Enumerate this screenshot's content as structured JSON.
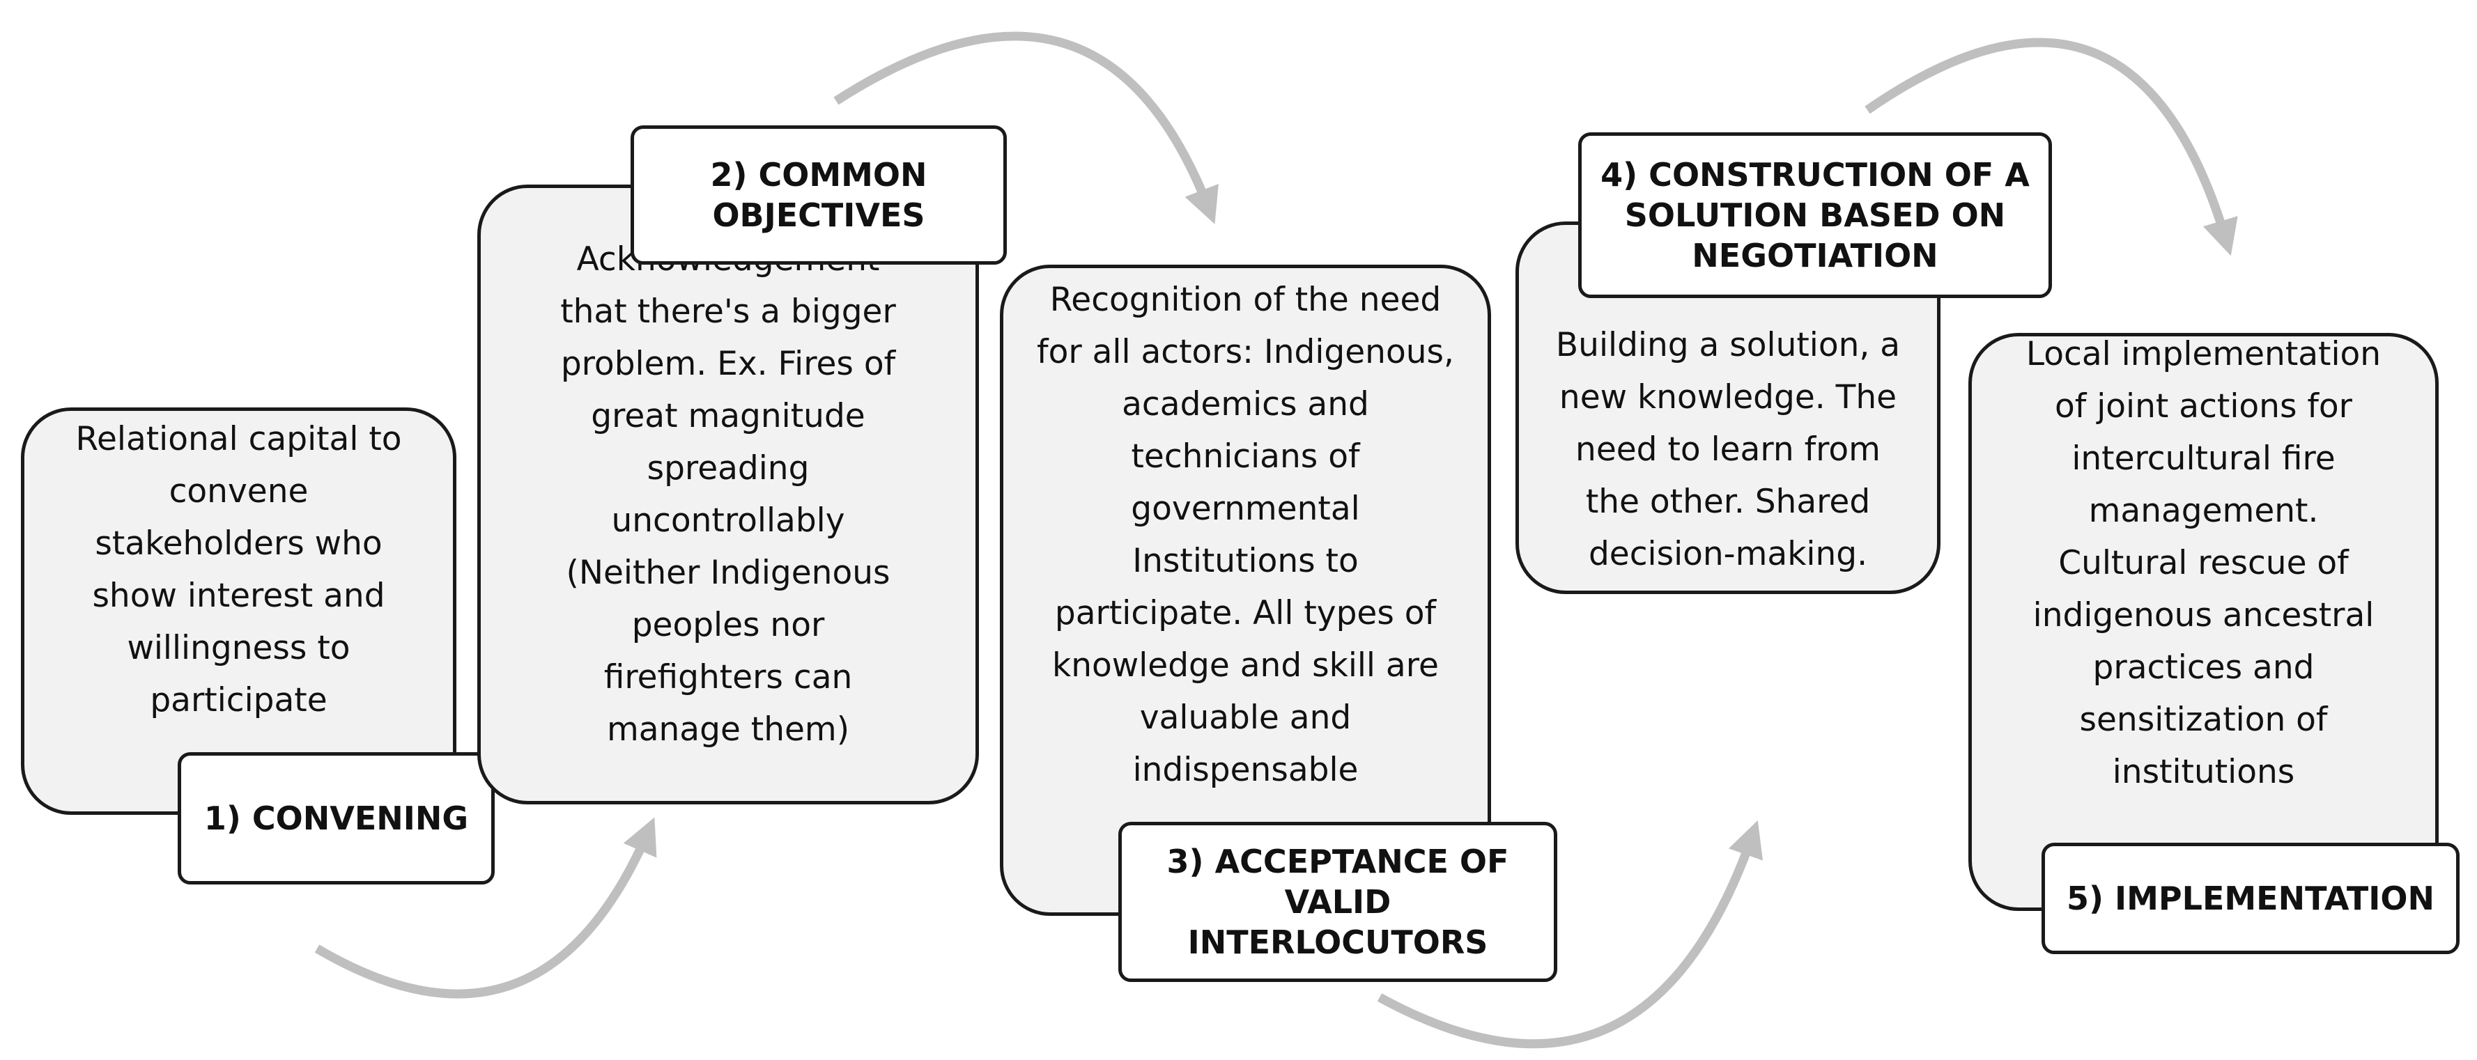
{
  "steps": [
    {
      "label": "1) CONVENING",
      "description": "Relational capital to\nconvene\nstakeholders who\nshow interest and\nwillingness to\nparticipate"
    },
    {
      "label": "2) COMMON\nOBJECTIVES",
      "description": "Acknowledgement\nthat there's a bigger\nproblem. Ex. Fires of\ngreat magnitude\nspreading\nuncontrollably\n(Neither Indigenous\npeoples nor\nfirefighters can\nmanage them)"
    },
    {
      "label": "3) ACCEPTANCE OF\nVALID\nINTERLOCUTORS",
      "description": "Recognition of the need\nfor all actors: Indigenous,\nacademics and\ntechnicians of\ngovernmental\nInstitutions to\nparticipate. All types of\nknowledge and skill are\nvaluable and\nindispensable"
    },
    {
      "label": "4) CONSTRUCTION OF A\nSOLUTION BASED ON\nNEGOTIATION",
      "description": "Building a solution, a\nnew knowledge. The\nneed to learn from\nthe other. Shared\ndecision-making."
    },
    {
      "label": "5) IMPLEMENTATION",
      "description": "Local implementation\nof joint actions for\nintercultural fire\nmanagement.\nCultural rescue of\nindigenous ancestral\npractices and\nsensitization of\ninstitutions"
    }
  ],
  "colors": {
    "card_fill": "#f2f2f2",
    "label_fill": "#ffffff",
    "border": "#1a1a1a",
    "arrow": "#bfbfbf",
    "text": "#111111"
  }
}
